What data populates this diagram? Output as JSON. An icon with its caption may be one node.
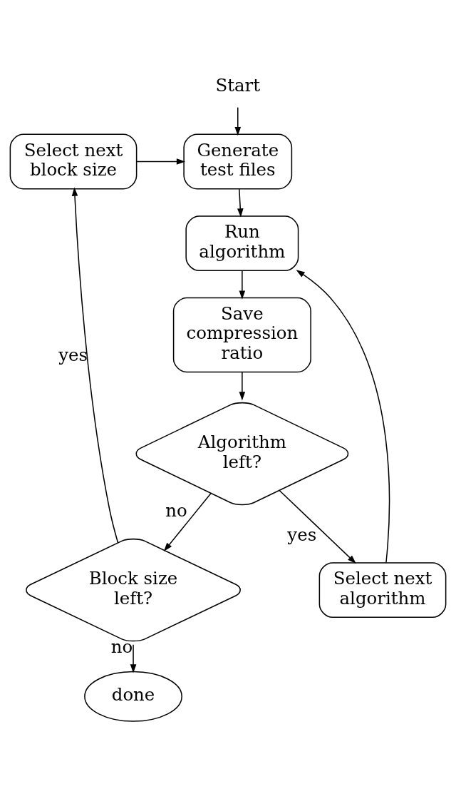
{
  "diagram": {
    "nodes": [
      {
        "text": [
          "Start"
        ]
      },
      {
        "text": [
          "Generate test files"
        ]
      },
      {
        "text": [
          "Select next block size"
        ]
      },
      {
        "text": [
          "Run algorithm"
        ]
      },
      {
        "text": [
          "Save compression ratio"
        ]
      },
      {
        "text": [
          "Select next algorithm"
        ]
      },
      {
        "text": [
          "Algorithm left?"
        ]
      },
      {
        "text": [
          "Block size left?"
        ]
      },
      {
        "text": [
          "done"
        ]
      }
    ],
    "edges": [
      {
        "from": 0,
        "to": 1,
        "arrow": "to"
      },
      {
        "from": 1,
        "to": 3,
        "arrow": "to"
      },
      {
        "from": 3,
        "to": 4,
        "arrow": "to"
      },
      {
        "from": 4,
        "to": 6,
        "arrow": "to"
      },
      {
        "from": 6,
        "to": 5,
        "arrow": "to",
        "label": "yes"
      },
      {
        "from": 5,
        "to": 3,
        "arrow": "to"
      },
      {
        "from": 6,
        "to": 7,
        "arrow": "to",
        "label": "no"
      },
      {
        "from": 7,
        "to": 2,
        "arrow": "to",
        "label": "yes"
      },
      {
        "from": 2,
        "to": 1,
        "arrow": "to"
      },
      {
        "from": 7,
        "to": 8,
        "arrow": "to",
        "label": "no"
      }
    ]
  }
}
